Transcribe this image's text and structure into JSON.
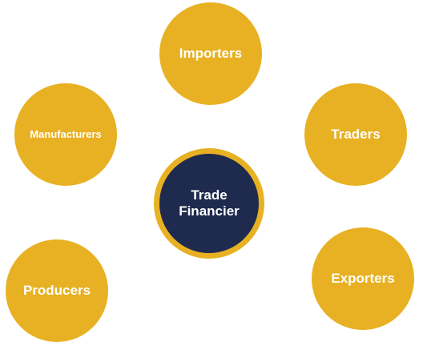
{
  "colors": {
    "outer_fill": "#E8B123",
    "center_fill": "#1E2A4E",
    "center_ring": "#E8B123",
    "text": "#FFFFFF"
  },
  "center_node": {
    "label": "Trade\nFinancier"
  },
  "nodes": {
    "importers": "Importers",
    "traders": "Traders",
    "exporters": "Exporters",
    "producers": "Producers",
    "manufacturers": "Manufacturers"
  }
}
